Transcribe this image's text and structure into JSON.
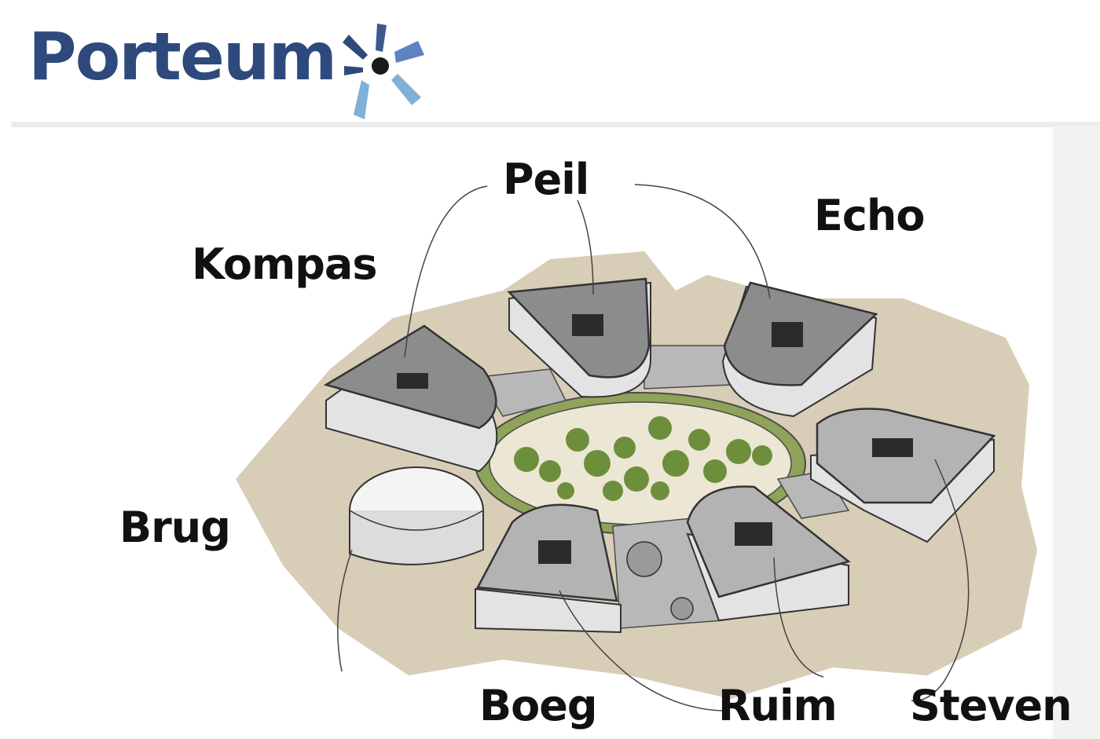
{
  "brand": {
    "name": "Porteum",
    "color": "#2e4a7c",
    "accent": "#6fa8d6"
  },
  "colors": {
    "label": "#111111",
    "ground": "#d8cdb7",
    "roof": "#8c8c8c",
    "courtyard": "#8fa35a",
    "tree": "#6d8f3b"
  },
  "buildings": {
    "peil": "Peil",
    "echo": "Echo",
    "kompas": "Kompas",
    "brug": "Brug",
    "boeg": "Boeg",
    "ruim": "Ruim",
    "steven": "Steven"
  }
}
